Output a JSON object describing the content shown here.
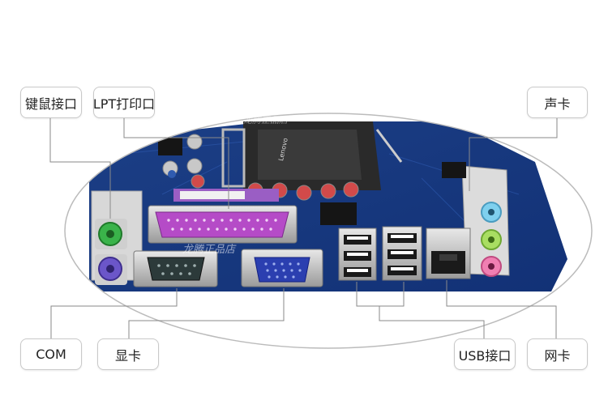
{
  "labels": {
    "keyboard_mouse": "键鼠接口",
    "lpt": "LPT打印口",
    "audio": "声卡",
    "com": "COM",
    "vga": "显卡",
    "usb": "USB接口",
    "lan": "网卡"
  },
  "board_text": {
    "watermark": "龙腾正品店",
    "chip": "Lenovo"
  }
}
